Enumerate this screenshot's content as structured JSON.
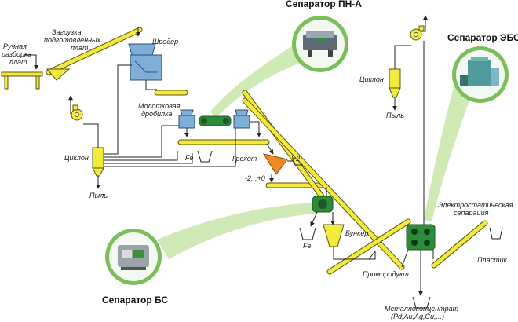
{
  "colors": {
    "conveyor": "#F3EA3E",
    "conveyor_stroke": "#5a5410",
    "equipment": "#7FAFD6",
    "equipment_stroke": "#2d4f6c",
    "separator_green": "#2E8B3A",
    "callout_green": "#C8E6A8",
    "orange": "#F08A24",
    "line": "#222222"
  },
  "titles": {
    "separator_pn_a": "Сепаратор ПН-А",
    "separator_ebs": "Сепаратор ЭБС",
    "separator_bs": "Сепаратор БС"
  },
  "labels": {
    "manual_sort_1": "Ручная",
    "manual_sort_2": "разборка",
    "manual_sort_3": "плат",
    "loading_1": "Загрузка",
    "loading_2": "подготовленных",
    "loading_3": "плат",
    "shredder": "Шредер",
    "hammer_mill_1": "Молотковая",
    "hammer_mill_2": "дробилка",
    "cyclone_left": "Циклон",
    "dust_left": "Пыль",
    "fe_top": "Fe",
    "screen": "Грохот",
    "plus2": "+2",
    "minus2plus0": "-2...+0",
    "bunker": "Бункер",
    "fe_bottom": "Fe",
    "middlings": "Промпродукт",
    "cyclone_right": "Циклон",
    "dust_right": "Пыль",
    "electro_1": "Электростатическая",
    "electro_2": "сепарация",
    "plastic": "Пластик",
    "metal_concentrate_1": "Металлоконцентрат",
    "metal_concentrate_2": "(Pd,Au,Ag,Cu,...)"
  }
}
